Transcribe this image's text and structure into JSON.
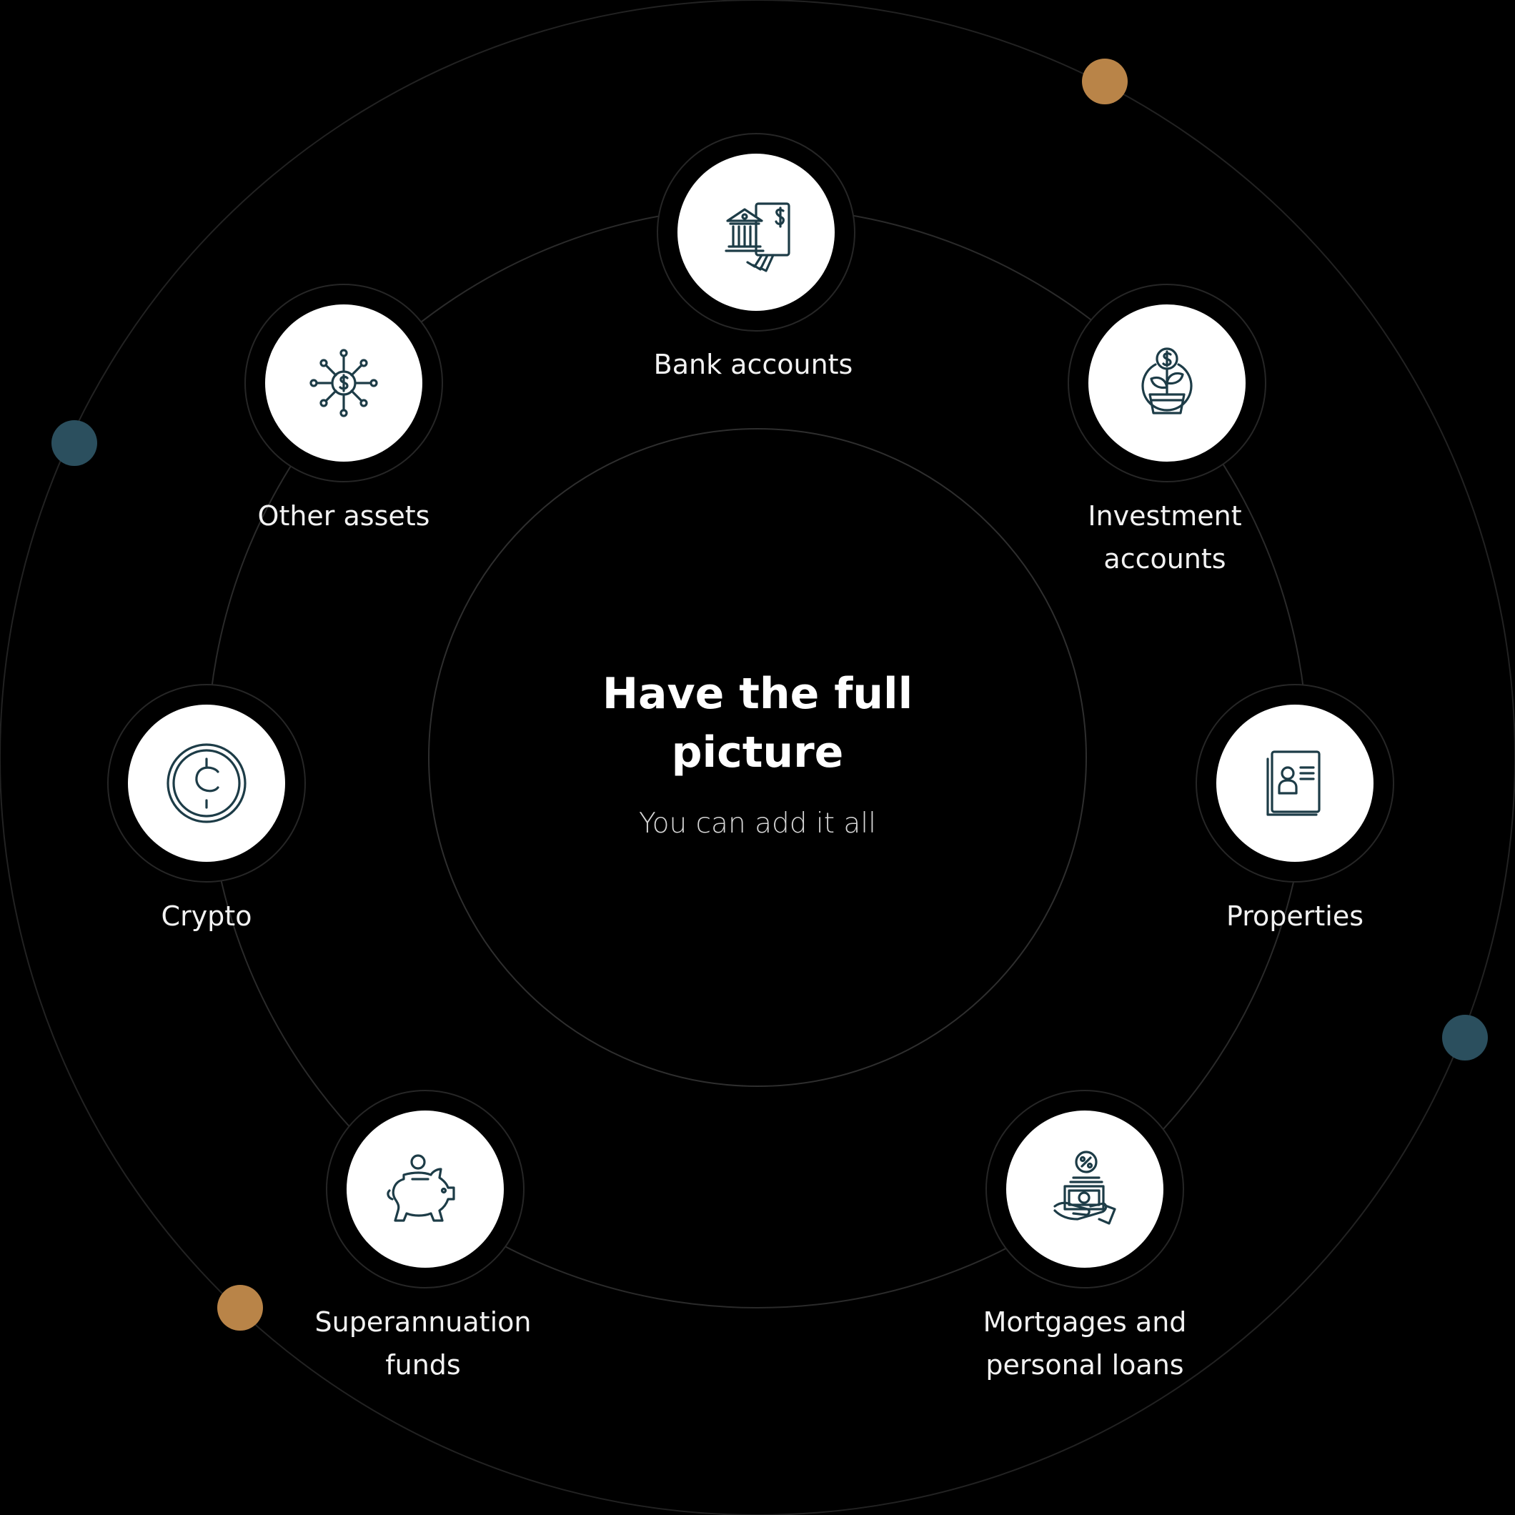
{
  "header": {
    "title": "Have the full picture",
    "subtitle": "You can add it all"
  },
  "nodes": [
    {
      "label": "Bank accounts",
      "icon": "bank-icon"
    },
    {
      "label": "Investment accounts",
      "icon": "plant-coin-icon"
    },
    {
      "label": "Properties",
      "icon": "property-document-icon"
    },
    {
      "label": "Mortgages and personal loans",
      "icon": "loan-hand-icon"
    },
    {
      "label": "Superannuation funds",
      "icon": "piggy-bank-icon"
    },
    {
      "label": "Crypto",
      "icon": "crypto-coin-icon"
    },
    {
      "label": "Other assets",
      "icon": "asset-network-icon"
    }
  ],
  "colors": {
    "background": "#000000",
    "ring": "#2a2a2a",
    "icon_stroke": "#1d3c47",
    "circle_fill": "#ffffff",
    "accent_orange": "#b98448",
    "accent_teal": "#2b4f5e"
  }
}
